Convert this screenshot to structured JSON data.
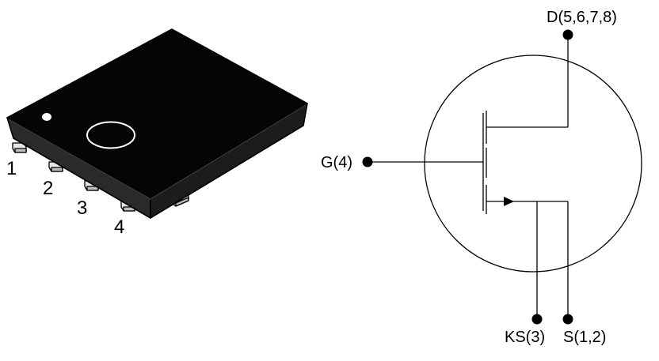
{
  "package": {
    "pin_labels": [
      "1",
      "2",
      "3",
      "4"
    ],
    "body_color": "#050505",
    "edge_color": "#3a3a3a",
    "pad_color": "#dcdcdc"
  },
  "schematic": {
    "terminals": {
      "drain": "D(5,6,7,8)",
      "gate": "G(4)",
      "kelvin_source": "KS(3)",
      "source": "S(1,2)"
    },
    "line_color": "#000000"
  }
}
